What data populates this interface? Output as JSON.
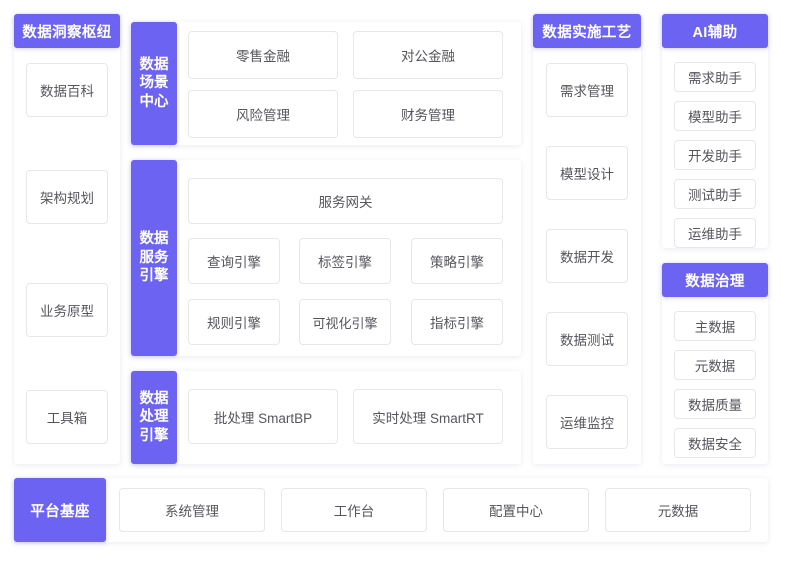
{
  "theme": {
    "accent": "#6c63f2",
    "panel_bg": "#ffffff",
    "box_border": "#e6e7ec",
    "box_text": "#56565c",
    "page_bg": "#ffffff"
  },
  "sections": {
    "insight_hub": {
      "title": "数据洞察枢纽",
      "items": [
        {
          "label": "数据百科"
        },
        {
          "label": "架构规划"
        },
        {
          "label": "业务原型"
        },
        {
          "label": "工具箱"
        }
      ]
    },
    "scenario_center": {
      "rail_label": "数据场景中心",
      "rail_lines": [
        "数据",
        "场景",
        "中心"
      ],
      "items": [
        {
          "label": "零售金融"
        },
        {
          "label": "对公金融"
        },
        {
          "label": "风险管理"
        },
        {
          "label": "财务管理"
        }
      ]
    },
    "service_engine": {
      "rail_label": "数据服务引擎",
      "rail_lines": [
        "数据",
        "服务",
        "引擎"
      ],
      "gateway": {
        "label": "服务网关"
      },
      "items": [
        {
          "label": "查询引擎"
        },
        {
          "label": "标签引擎"
        },
        {
          "label": "策略引擎"
        },
        {
          "label": "规则引擎"
        },
        {
          "label": "可视化引擎"
        },
        {
          "label": "指标引擎"
        }
      ]
    },
    "processing_engine": {
      "rail_label": "数据处理引擎",
      "rail_lines": [
        "数据",
        "处理",
        "引擎"
      ],
      "items": [
        {
          "label": "批处理 SmartBP"
        },
        {
          "label": "实时处理  SmartRT"
        }
      ]
    },
    "implementation_process": {
      "title": "数据实施工艺",
      "items": [
        {
          "label": "需求管理"
        },
        {
          "label": "模型设计"
        },
        {
          "label": "数据开发"
        },
        {
          "label": "数据测试"
        },
        {
          "label": "运维监控"
        }
      ]
    },
    "ai_assist": {
      "title": "AI辅助",
      "items": [
        {
          "label": "需求助手"
        },
        {
          "label": "模型助手"
        },
        {
          "label": "开发助手"
        },
        {
          "label": "测试助手"
        },
        {
          "label": "运维助手"
        }
      ]
    },
    "data_governance": {
      "title": "数据治理",
      "items": [
        {
          "label": "主数据"
        },
        {
          "label": "元数据"
        },
        {
          "label": "数据质量"
        },
        {
          "label": "数据安全"
        }
      ]
    },
    "platform_base": {
      "title": "平台基座",
      "items": [
        {
          "label": "系统管理"
        },
        {
          "label": "工作台"
        },
        {
          "label": "配置中心"
        },
        {
          "label": "元数据"
        }
      ]
    }
  }
}
